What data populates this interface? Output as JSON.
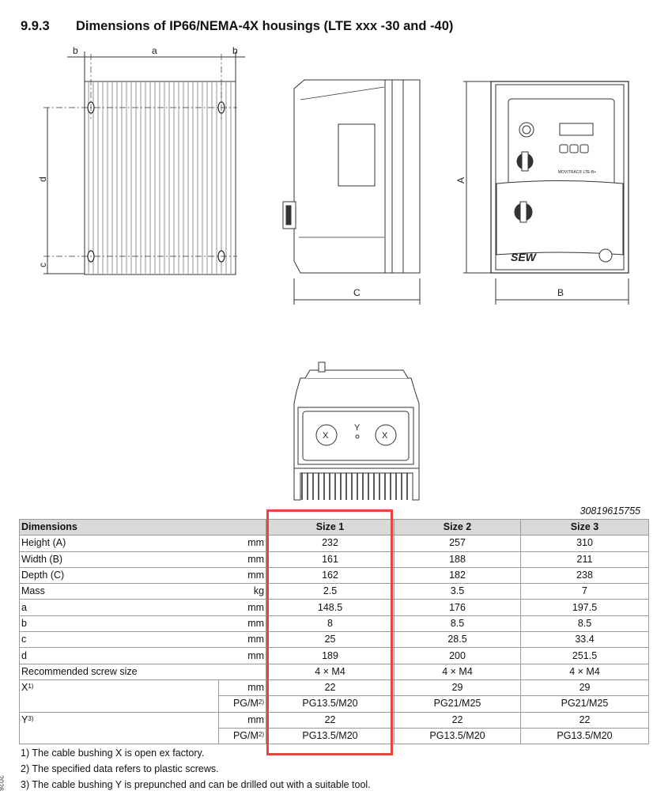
{
  "heading": {
    "number": "9.9.3",
    "title": "Dimensions of IP66/NEMA-4X housings (LTE xxx -30 and -40)"
  },
  "drawing": {
    "dim_labels": {
      "b_left": "b",
      "a": "a",
      "b_right": "b",
      "d": "d",
      "c": "c",
      "A": "A",
      "C": "C",
      "B": "B",
      "X_left": "X",
      "Y": "Y",
      "X_right": "X"
    },
    "panel_text": "MOVITRAC® LTE-B+",
    "logo": "SEW"
  },
  "figure_id": "30819615755",
  "table": {
    "headers": [
      "Dimensions",
      "Size 1",
      "Size 2",
      "Size 3"
    ],
    "rows": [
      {
        "label": "Height (A)",
        "unit": "mm",
        "values": [
          "232",
          "257",
          "310"
        ]
      },
      {
        "label": "Width (B)",
        "unit": "mm",
        "values": [
          "161",
          "188",
          "211"
        ]
      },
      {
        "label": "Depth (C)",
        "unit": "mm",
        "values": [
          "162",
          "182",
          "238"
        ]
      },
      {
        "label": "Mass",
        "unit": "kg",
        "values": [
          "2.5",
          "3.5",
          "7"
        ]
      },
      {
        "label": "a",
        "unit": "mm",
        "values": [
          "148.5",
          "176",
          "197.5"
        ]
      },
      {
        "label": "b",
        "unit": "mm",
        "values": [
          "8",
          "8.5",
          "8.5"
        ]
      },
      {
        "label": "c",
        "unit": "mm",
        "values": [
          "25",
          "28.5",
          "33.4"
        ]
      },
      {
        "label": "d",
        "unit": "mm",
        "values": [
          "189",
          "200",
          "251.5"
        ]
      },
      {
        "label": "Recommended screw size",
        "unit": "",
        "values": [
          "4 × M4",
          "4 × M4",
          "4 × M4"
        ]
      }
    ],
    "x_rows": {
      "label": "X",
      "sup": "1)",
      "rows": [
        {
          "unit": "mm",
          "values": [
            "22",
            "29",
            "29"
          ]
        },
        {
          "unit": "PG/M",
          "unit_sup": "2)",
          "values": [
            "PG13.5/M20",
            "PG21/M25",
            "PG21/M25"
          ]
        }
      ]
    },
    "y_rows": {
      "label": "Y",
      "sup": "3)",
      "rows": [
        {
          "unit": "mm",
          "values": [
            "22",
            "22",
            "22"
          ]
        },
        {
          "unit": "PG/M",
          "unit_sup": "2)",
          "values": [
            "PG13.5/M20",
            "PG13.5/M20",
            "PG13.5/M20"
          ]
        }
      ]
    }
  },
  "footnotes": [
    "1) The cable bushing X is open ex factory.",
    "2) The specified data refers to plastic screws.",
    "3) The cable bushing Y is prepunched and can be drilled out with a suitable tool."
  ],
  "side_mark": "2026"
}
